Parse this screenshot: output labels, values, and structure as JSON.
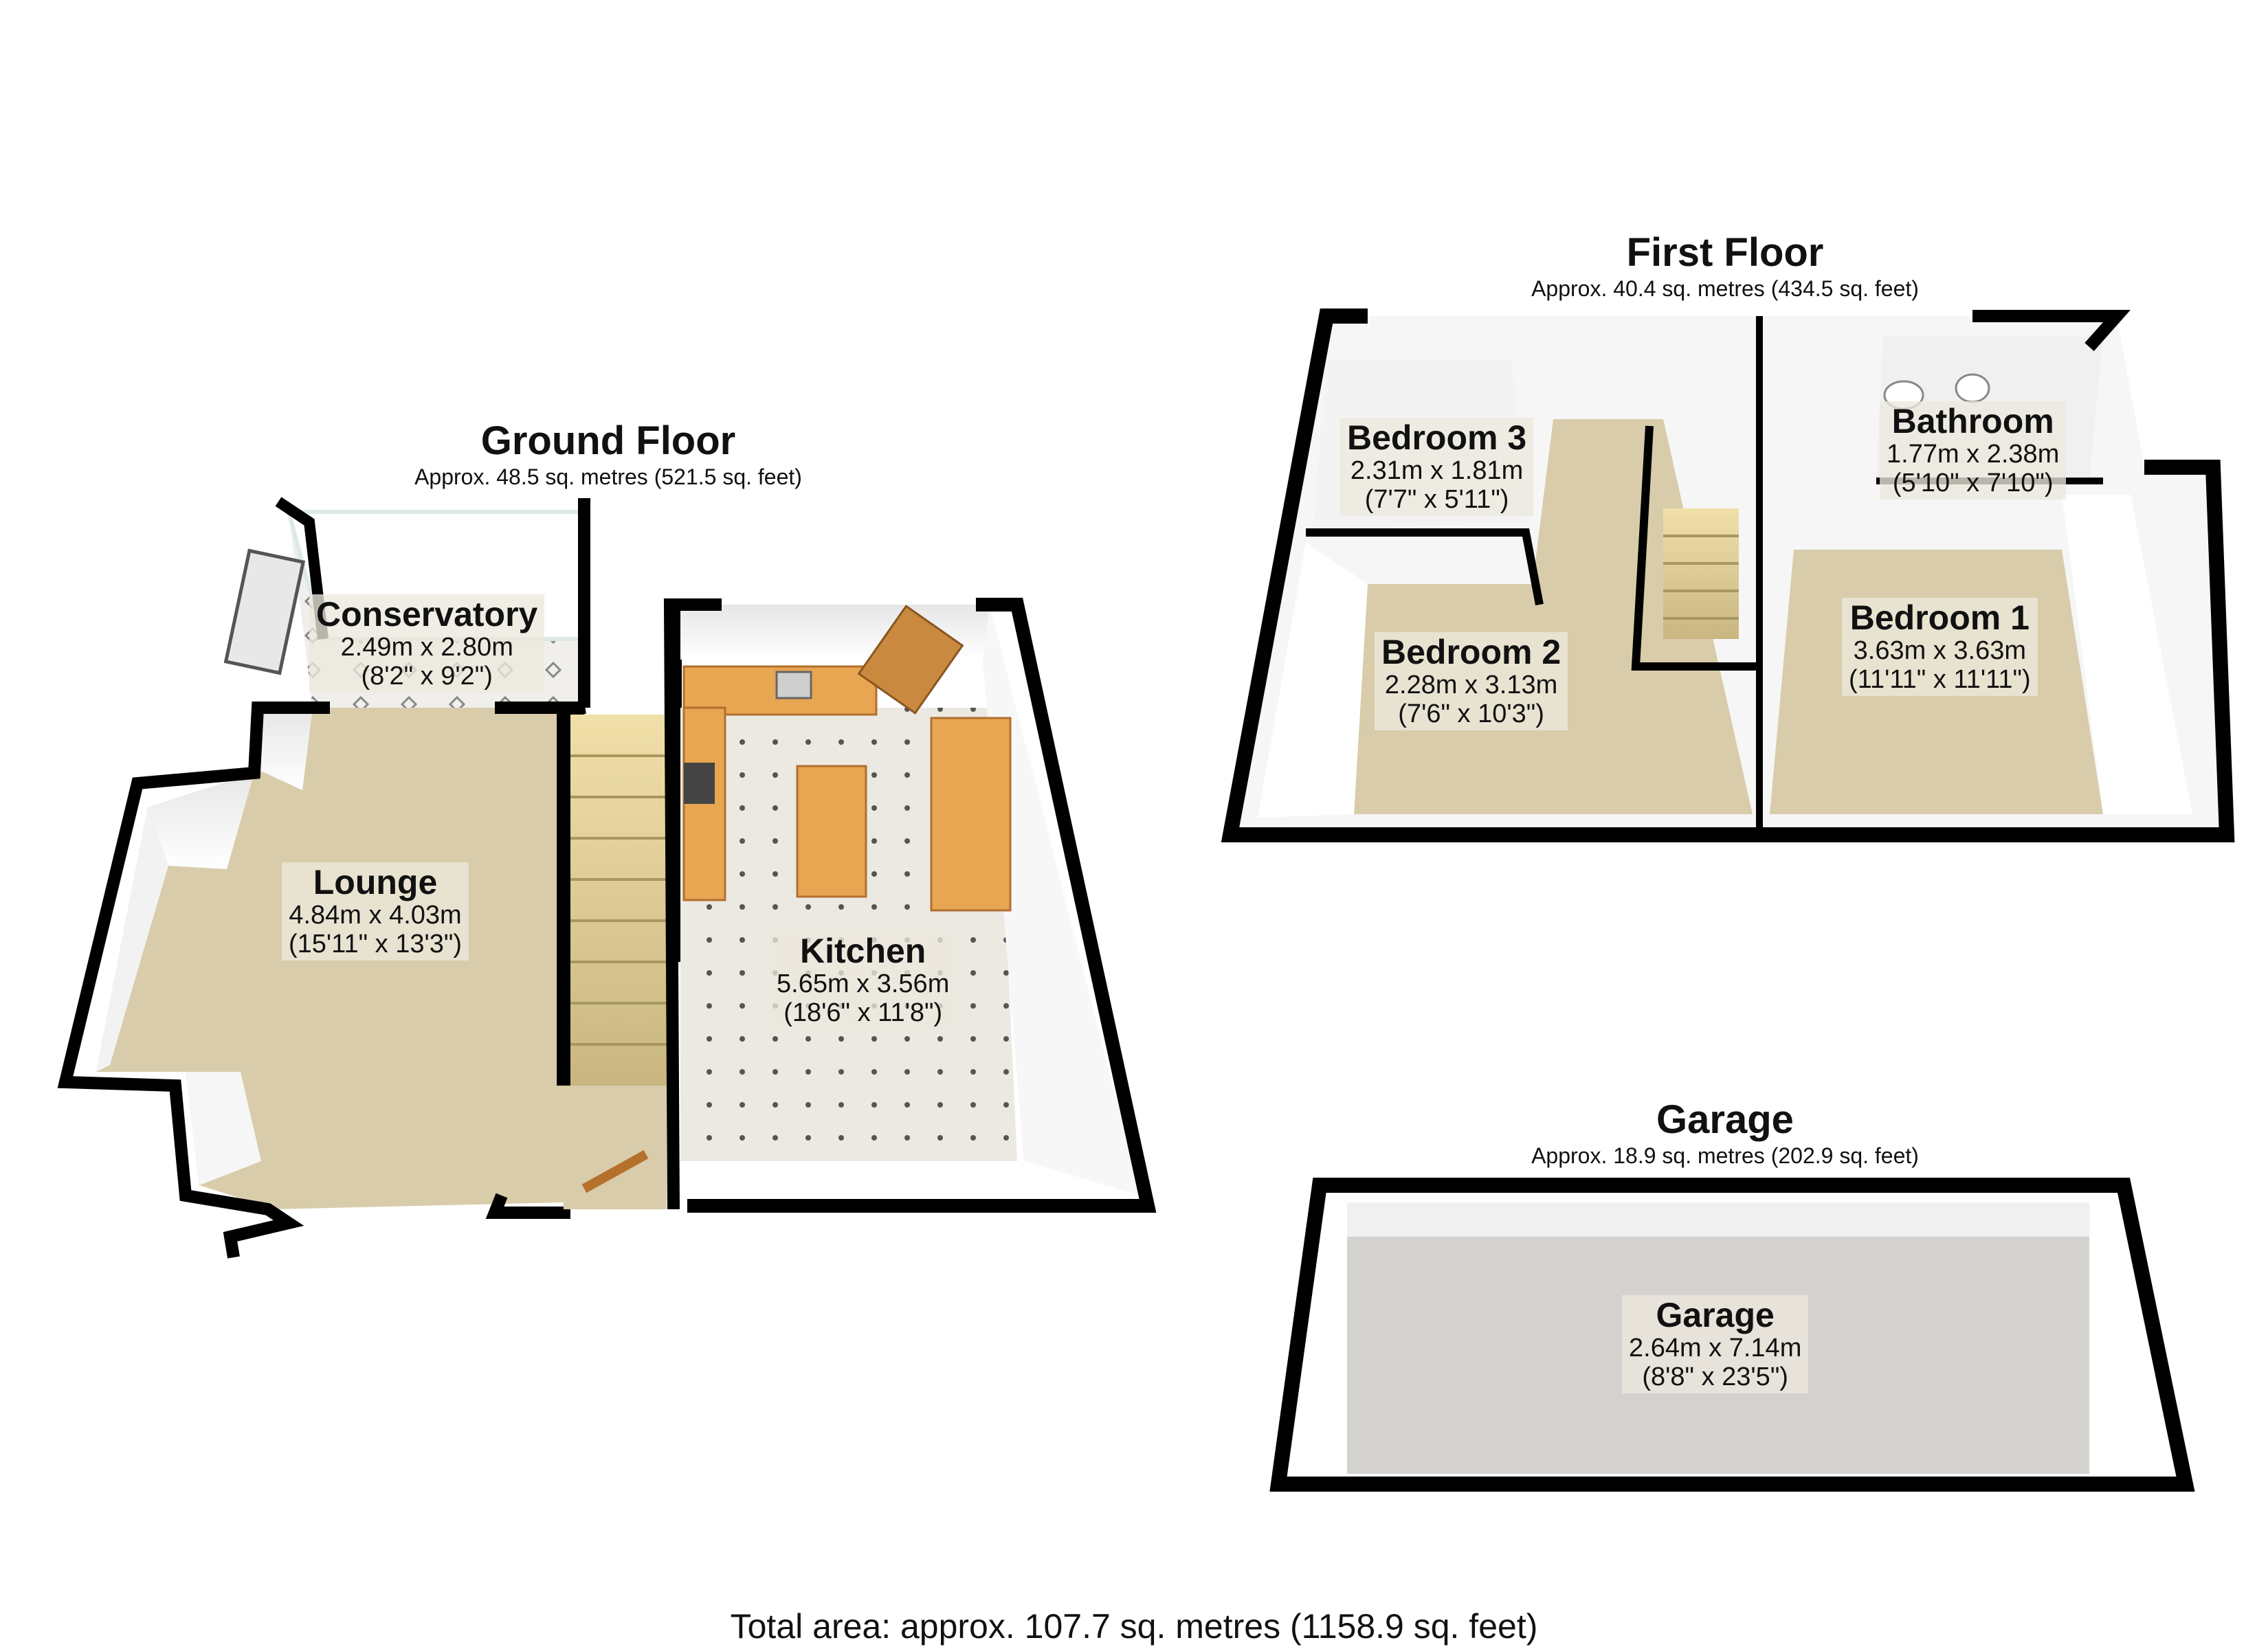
{
  "floors": {
    "ground": {
      "title": "Ground Floor",
      "area": "Approx. 48.5 sq. metres (521.5 sq. feet)"
    },
    "first": {
      "title": "First Floor",
      "area": "Approx. 40.4 sq. metres (434.5 sq. feet)"
    },
    "garage": {
      "title": "Garage",
      "area": "Approx. 18.9 sq. metres (202.9 sq. feet)"
    }
  },
  "rooms": {
    "conservatory": {
      "name": "Conservatory",
      "metric": "2.49m x 2.80m",
      "imperial": "(8'2\" x 9'2\")"
    },
    "lounge": {
      "name": "Lounge",
      "metric": "4.84m x 4.03m",
      "imperial": "(15'11\" x 13'3\")"
    },
    "kitchen": {
      "name": "Kitchen",
      "metric": "5.65m x 3.56m",
      "imperial": "(18'6\" x 11'8\")"
    },
    "bedroom3": {
      "name": "Bedroom 3",
      "metric": "2.31m x 1.81m",
      "imperial": "(7'7\" x 5'11\")"
    },
    "bedroom2": {
      "name": "Bedroom 2",
      "metric": "2.28m x 3.13m",
      "imperial": "(7'6\" x 10'3\")"
    },
    "bathroom": {
      "name": "Bathroom",
      "metric": "1.77m x 2.38m",
      "imperial": "(5'10\" x 7'10\")"
    },
    "bedroom1": {
      "name": "Bedroom 1",
      "metric": "3.63m x 3.63m",
      "imperial": "(11'11\" x 11'11\")"
    },
    "garage": {
      "name": "Garage",
      "metric": "2.64m x 7.14m",
      "imperial": "(8'8\" x 23'5\")"
    }
  },
  "total_area": "Total area: approx. 107.7 sq. metres (1158.9 sq. feet)",
  "colors": {
    "wall": "#000000",
    "carpet": "#d8ccaa",
    "tile": "#ece9e3",
    "garage_floor": "#d4d2cf",
    "worktop": "#e8a552",
    "door": "#c98a40",
    "inner_wall": "#f4f4f4"
  }
}
